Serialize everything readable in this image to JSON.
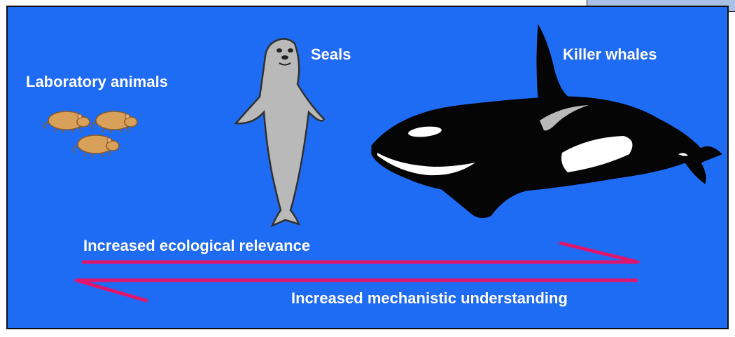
{
  "labels": {
    "laboratory": "Laboratory animals",
    "seals": "Seals",
    "killer_whales": "Killer whales",
    "ecological": "Increased ecological relevance",
    "mechanistic": "Increased mechanistic understanding"
  },
  "colors": {
    "background": "#1f6cf4",
    "arrow": "#e0156e",
    "seal": "#b9b9b9",
    "whale": "#050505",
    "rodent": "#d9a05a"
  },
  "icons": [
    "rodent-icon",
    "seal-icon",
    "killer-whale-icon"
  ]
}
